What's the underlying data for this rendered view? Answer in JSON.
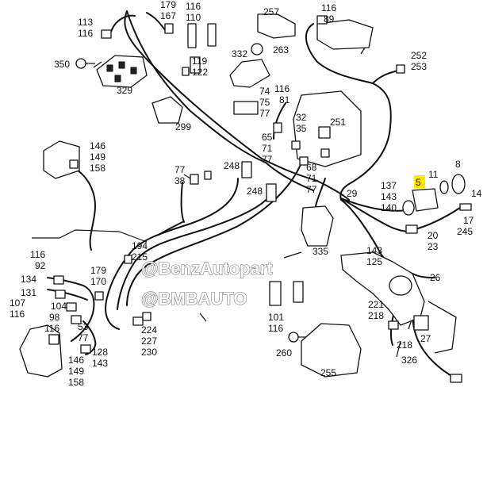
{
  "diagram": {
    "callouts": {
      "c_113_116": [
        "113",
        "116"
      ],
      "c_179_167": [
        "179",
        "167"
      ],
      "c_116_110": [
        "116",
        "110"
      ],
      "c_257": "257",
      "c_116_89": [
        "116",
        "89"
      ],
      "c_350": "350",
      "c_263": "263",
      "c_332": "332",
      "c_119_122": [
        "119",
        "122"
      ],
      "c_329": "329",
      "c_252_253": [
        "252",
        "253"
      ],
      "c_116_81": [
        "116",
        "81"
      ],
      "c_74_75_77": [
        "74",
        "75",
        "77"
      ],
      "c_299": "299",
      "c_251": "251",
      "c_65_71_77_a": [
        "65",
        "71",
        "77"
      ],
      "c_32_35": [
        "32",
        "35"
      ],
      "c_146_149_158_a": [
        "146",
        "149",
        "158"
      ],
      "c_77_38": [
        "77",
        "38"
      ],
      "c_248_a": "248",
      "c_68_71_77_b": [
        "68",
        "71",
        "77"
      ],
      "c_5": "5",
      "c_11": "11",
      "c_8": "8",
      "c_248_b": "248",
      "c_137_143_140": [
        "137",
        "143",
        "140"
      ],
      "c_29": "29",
      "c_14": "14",
      "c_17_245": [
        "17",
        "245"
      ],
      "c_20_23": [
        "20",
        "23"
      ],
      "c_194_215": [
        "194",
        "215"
      ],
      "c_116_92": [
        "116",
        "92"
      ],
      "c_335": "335",
      "c_143_125": [
        "143",
        "125"
      ],
      "c_179_170": [
        "179",
        "170"
      ],
      "c_134": "134",
      "c_26": "26",
      "c_131": "131",
      "c_107_116": [
        "107",
        "116"
      ],
      "c_104": "104",
      "c_98_116": [
        "98",
        "116"
      ],
      "c_53_77": [
        "53",
        "77"
      ],
      "c_221_218": [
        "221",
        "218"
      ],
      "c_101_116": [
        "101",
        "116"
      ],
      "c_224_227_230": [
        "224",
        "227",
        "230"
      ],
      "c_128_143": [
        "128",
        "143"
      ],
      "c_146_149_158_b": [
        "146",
        "149",
        "158"
      ],
      "c_260": "260",
      "c_218": "218",
      "c_27": "27",
      "c_326": "326",
      "c_255": "255"
    },
    "highlight_color": "#ffe600",
    "line_color": "#111111"
  },
  "watermarks": {
    "line1": "@BenzAutopart",
    "line2": "@BMBAUTO"
  }
}
